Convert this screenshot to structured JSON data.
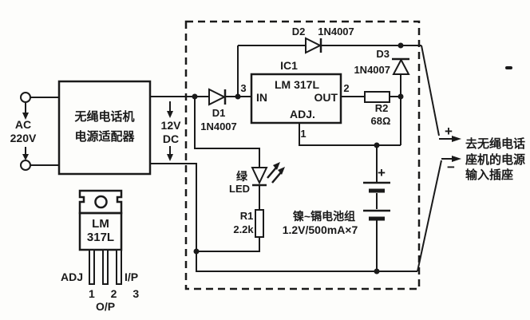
{
  "figure": {
    "background": "#fdfdfb",
    "ink": "#1a1a1a",
    "kind": "cordless-phone-charger-schematic"
  },
  "ac_input": {
    "label_line1": "AC",
    "label_line2": "220V"
  },
  "adapter": {
    "name_line1": "无绳电话机",
    "name_line2": "电源适配器"
  },
  "dc_link": {
    "voltage": "12V",
    "type": "DC"
  },
  "diodes": {
    "d1": {
      "ref": "D1",
      "part": "1N4007"
    },
    "d2": {
      "ref": "D2",
      "part": "1N4007"
    },
    "d3": {
      "ref": "D3",
      "part": "1N4007"
    }
  },
  "ic1": {
    "ref": "IC1",
    "part": "LM 317L",
    "pin_in": "IN",
    "pin_out": "OUT",
    "pin_adj": "ADJ.",
    "pin3": "3",
    "pin2": "2",
    "pin1": "1"
  },
  "resistors": {
    "r1": {
      "ref": "R1",
      "value": "2.2k"
    },
    "r2": {
      "ref": "R2",
      "value": "68Ω"
    }
  },
  "led": {
    "color": "绿",
    "ref": "LED"
  },
  "battery": {
    "plus": "+",
    "name": "镍~镉电池组",
    "spec": "1.2V/500mA×7"
  },
  "output": {
    "plus": "+",
    "minus": "−",
    "dest_line1": "去无绳电话",
    "dest_line2": "座机的电源",
    "dest_line3": "输入插座"
  },
  "package_drawing": {
    "part_line1": "LM",
    "part_line2": "317L",
    "pin_left": "ADJ",
    "pin_right": "I/P",
    "pin_numbers": "1 2 3",
    "pin_middle": "O/P"
  }
}
